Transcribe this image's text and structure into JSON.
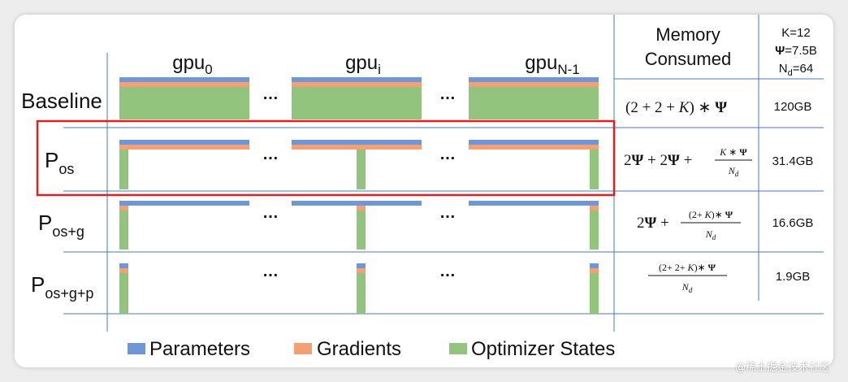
{
  "gpu_headers": [
    {
      "base": "gpu",
      "sub": "0"
    },
    {
      "base": "gpu",
      "sub": "i"
    },
    {
      "base": "gpu",
      "sub": "N-1"
    }
  ],
  "ellipsis": "…",
  "memory_header": [
    "Memory",
    "Consumed"
  ],
  "params": [
    {
      "name": "K",
      "value": "12"
    },
    {
      "name": "Ψ",
      "value": "7.5B"
    },
    {
      "name": "N",
      "sub": "d",
      "value": "64"
    }
  ],
  "rows": [
    {
      "label": "Baseline",
      "label_sub": "",
      "memory": "120GB"
    },
    {
      "label": "P",
      "label_sub": "os",
      "memory": "31.4GB"
    },
    {
      "label": "P",
      "label_sub": "os+g",
      "memory": "16.6GB"
    },
    {
      "label": "P",
      "label_sub": "os+g+p",
      "memory": "1.9GB"
    }
  ],
  "legend": [
    {
      "label": "Parameters",
      "color": "#6f96d6"
    },
    {
      "label": "Gradients",
      "color": "#f3a074"
    },
    {
      "label": "Optimizer States",
      "color": "#93c47d"
    }
  ],
  "colors": {
    "grid": "#4a79bf",
    "highlight": "#e02020"
  },
  "watermark": "@稀土掘金技术社区"
}
